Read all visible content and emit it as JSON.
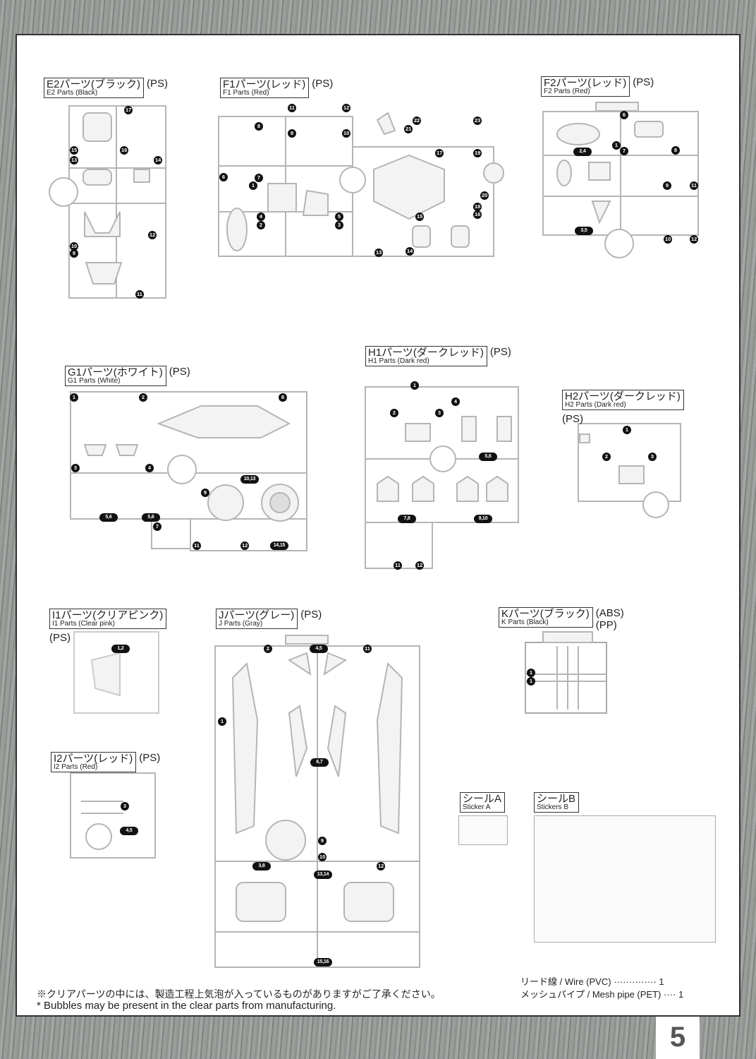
{
  "page_number": "5",
  "sprues": [
    {
      "id": "E2",
      "jp": "E2パーツ(ブラック)",
      "en": "E2 Parts (Black)",
      "material": "(PS)",
      "numbers": [
        "17",
        "15",
        "16",
        "13",
        "14",
        "10",
        "9",
        "12",
        "11"
      ]
    },
    {
      "id": "F1",
      "jp": "F1パーツ(レッド)",
      "en": "F1 Parts (Red)",
      "material": "(PS)",
      "numbers": [
        "11",
        "12",
        "8",
        "9",
        "10",
        "6",
        "7",
        "1",
        "4",
        "2",
        "5",
        "3",
        "21",
        "22",
        "23",
        "17",
        "19",
        "20",
        "18",
        "16",
        "15",
        "13",
        "14"
      ]
    },
    {
      "id": "F2",
      "jp": "F2パーツ(レッド)",
      "en": "F2 Parts (Red)",
      "material": "(PS)",
      "numbers": [
        "6",
        "1",
        "7",
        "2,4",
        "8",
        "9",
        "11",
        "3,5",
        "10",
        "12"
      ]
    },
    {
      "id": "G1",
      "jp": "G1パーツ(ホワイト)",
      "en": "G1 Parts (White)",
      "material": "(PS)",
      "numbers": [
        "1",
        "2",
        "8",
        "3",
        "4",
        "9",
        "10,13",
        "5,6",
        "5,6",
        "7",
        "11",
        "12",
        "14,15"
      ]
    },
    {
      "id": "H1",
      "jp": "H1パーツ(ダークレッド)",
      "en": "H1 Parts (Dark red)",
      "material": "(PS)",
      "numbers": [
        "1",
        "4",
        "2",
        "3",
        "5,6",
        "7,8",
        "9,10",
        "11",
        "12"
      ]
    },
    {
      "id": "H2",
      "jp": "H2パーツ(ダークレッド)",
      "en": "H2 Parts (Dark red)",
      "material": "(PS)",
      "numbers": [
        "1",
        "2",
        "3"
      ]
    },
    {
      "id": "I1",
      "jp": "I1パーツ(クリアピンク)",
      "en": "I1 Parts (Clear pink)",
      "material": "(PS)",
      "numbers": [
        "1,2"
      ]
    },
    {
      "id": "I2",
      "jp": "I2パーツ(レッド)",
      "en": "I2 Parts (Red)",
      "material": "(PS)",
      "numbers": [
        "3",
        "4,5"
      ]
    },
    {
      "id": "J",
      "jp": "Jパーツ(グレー)",
      "en": "J Parts (Gray)",
      "material": "(PS)",
      "numbers": [
        "2",
        "4,5",
        "11",
        "1",
        "6,7",
        "9",
        "3,8",
        "10",
        "12",
        "13,14",
        "15,16"
      ]
    },
    {
      "id": "K",
      "jp": "Kパーツ(ブラック)",
      "en": "K Parts (Black)",
      "material": "(ABS)",
      "material2": "(PP)",
      "numbers": [
        "1",
        "1"
      ]
    }
  ],
  "stickers": [
    {
      "jp": "シールA",
      "en": "Sticker A"
    },
    {
      "jp": "シールB",
      "en": "Stickers B"
    }
  ],
  "accessories": [
    {
      "name": "リード線 / Wire (PVC)",
      "dots": "··············",
      "qty": "1"
    },
    {
      "name": "メッシュパイプ / Mesh pipe (PET)",
      "dots": "····",
      "qty": "1"
    }
  ],
  "notes": {
    "jp": "※クリアパーツの中には、製造工程上気泡が入っているものがありますがご了承ください。",
    "en": "* Bubbles may be present in the clear parts from manufacturing."
  }
}
